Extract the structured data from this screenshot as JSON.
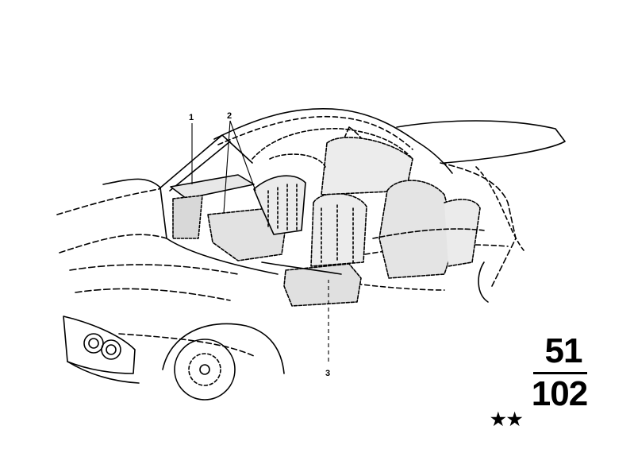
{
  "diagram": {
    "callouts": [
      {
        "id": "1",
        "label": "1"
      },
      {
        "id": "2",
        "label": "2"
      },
      {
        "id": "3",
        "label": "3"
      }
    ],
    "page_ref": {
      "group": "51",
      "page": "102",
      "marks": "★★"
    },
    "icons": [
      "car-body-drawing",
      "star-icon"
    ]
  }
}
